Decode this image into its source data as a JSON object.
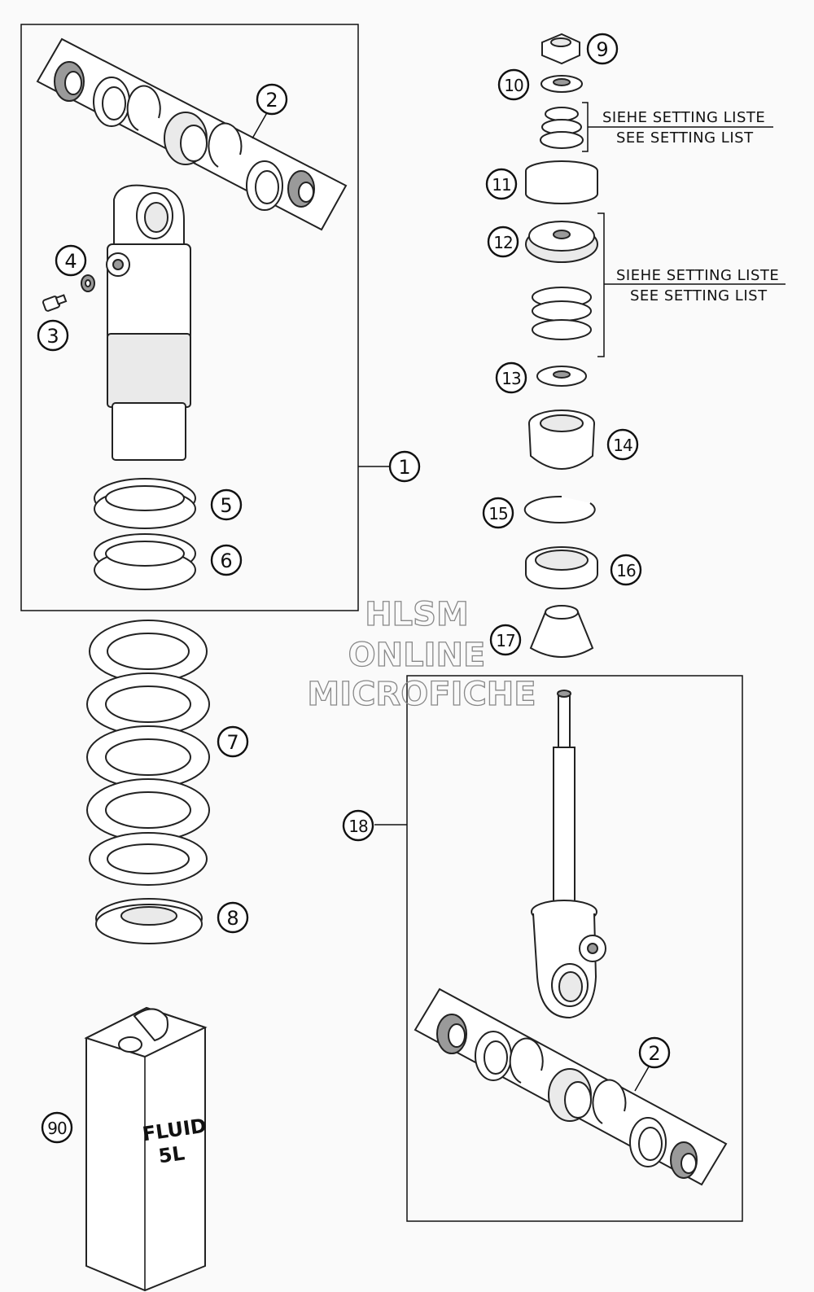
{
  "callouts": [
    "1",
    "2",
    "3",
    "4",
    "5",
    "6",
    "7",
    "8",
    "9",
    "10",
    "11",
    "12",
    "13",
    "14",
    "15",
    "16",
    "17",
    "18",
    "90"
  ],
  "setting_note": {
    "line1": "SIEHE SETTING LISTE",
    "line2": "SEE SETTING LIST"
  },
  "container_label": {
    "line1": "FLUID",
    "line2": "5L"
  },
  "watermark": {
    "line1": "HLSM",
    "line2": "ONLINE",
    "line3": "MICROFICHE"
  }
}
